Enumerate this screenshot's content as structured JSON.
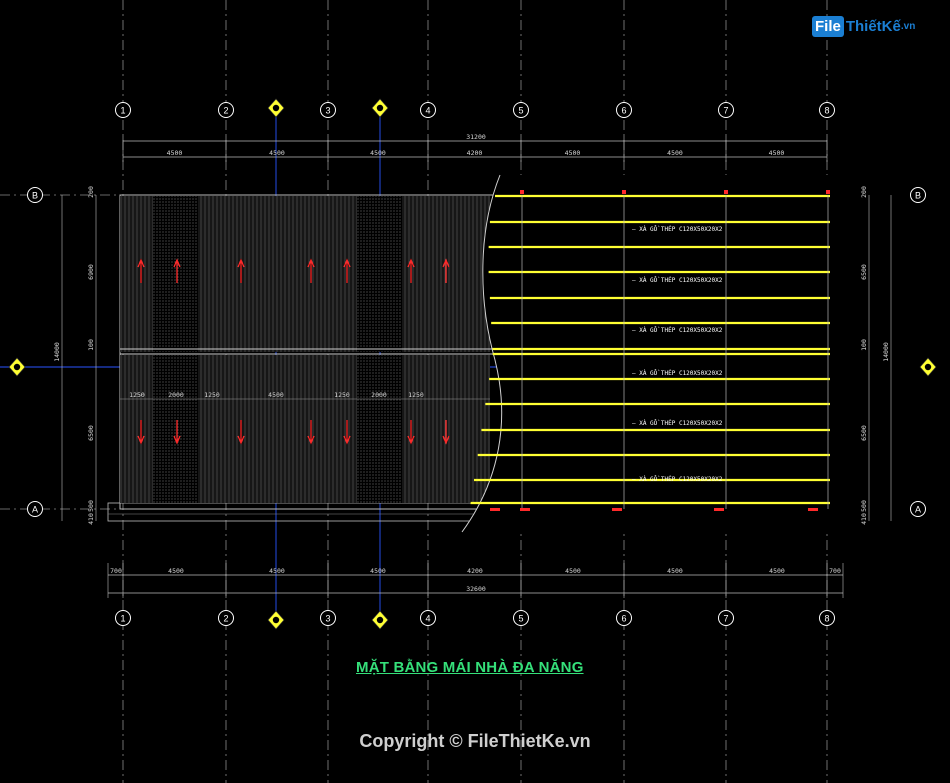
{
  "title": "MẶT BẰNG MÁI NHÀ ĐA NĂNG",
  "copyright": "Copyright © FileThietKe.vn",
  "logo": {
    "part1": "File",
    "part2": "ThiếtKế",
    "part3": ".vn"
  },
  "axes_x": [
    "1",
    "2",
    "3",
    "4",
    "5",
    "6",
    "7",
    "8"
  ],
  "axes_y": [
    "B",
    "A"
  ],
  "top_overall": "31200",
  "top_spans": [
    "4500",
    "4500",
    "4500",
    "4200",
    "4500",
    "4500",
    "4500"
  ],
  "bottom_overall": "32600",
  "bottom_spans": [
    "700",
    "4500",
    "4500",
    "4500",
    "4200",
    "4500",
    "4500",
    "4500",
    "700"
  ],
  "left_dims": [
    "200",
    "6900",
    "100",
    "14000",
    "6500",
    "500",
    "410"
  ],
  "right_dims": [
    "200",
    "6500",
    "100",
    "14000",
    "6500",
    "500",
    "410"
  ],
  "mid_dims": [
    "1250",
    "2000",
    "1250",
    "4500",
    "1250",
    "2000",
    "1250"
  ],
  "beam_label": "XÀ GỒ THÉP C120X50X20X2",
  "colors": {
    "yellow": "#ffff33",
    "grid": "#8a8a8a",
    "axis": "#ffffff",
    "title": "#35e07a",
    "arrow": "#ff2a2a",
    "bubble_fill": "#ffff33"
  }
}
